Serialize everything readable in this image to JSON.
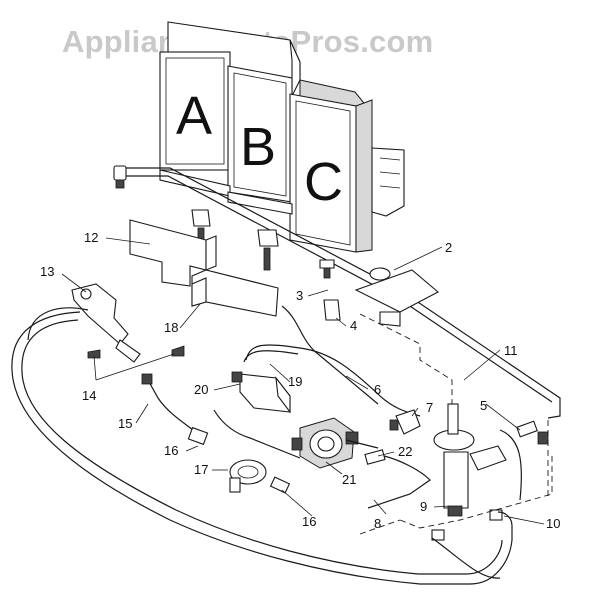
{
  "watermark": "AppliancePartsPros.com",
  "panels": [
    "A",
    "B",
    "C"
  ],
  "callouts": [
    "2",
    "3",
    "4",
    "5",
    "6",
    "7",
    "8",
    "9",
    "10",
    "11",
    "12",
    "13",
    "14",
    "15",
    "16",
    "16",
    "17",
    "18",
    "19",
    "20",
    "21",
    "22"
  ]
}
